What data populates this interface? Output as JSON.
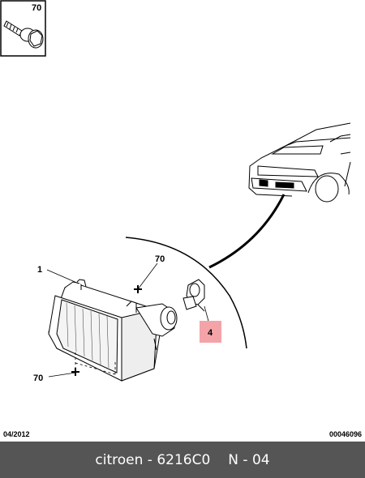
{
  "inset": {
    "label": "70"
  },
  "callouts": {
    "part_1": "1",
    "part_70_top": "70",
    "part_70_bottom": "70",
    "part_4": "4"
  },
  "colors": {
    "highlight": "#f4a3a8",
    "banner_bg": "#555555"
  },
  "footer": {
    "date": "04/2012",
    "code": "00046096"
  },
  "banner": {
    "left": "citroen - 6216C0",
    "right": "N - 04"
  }
}
